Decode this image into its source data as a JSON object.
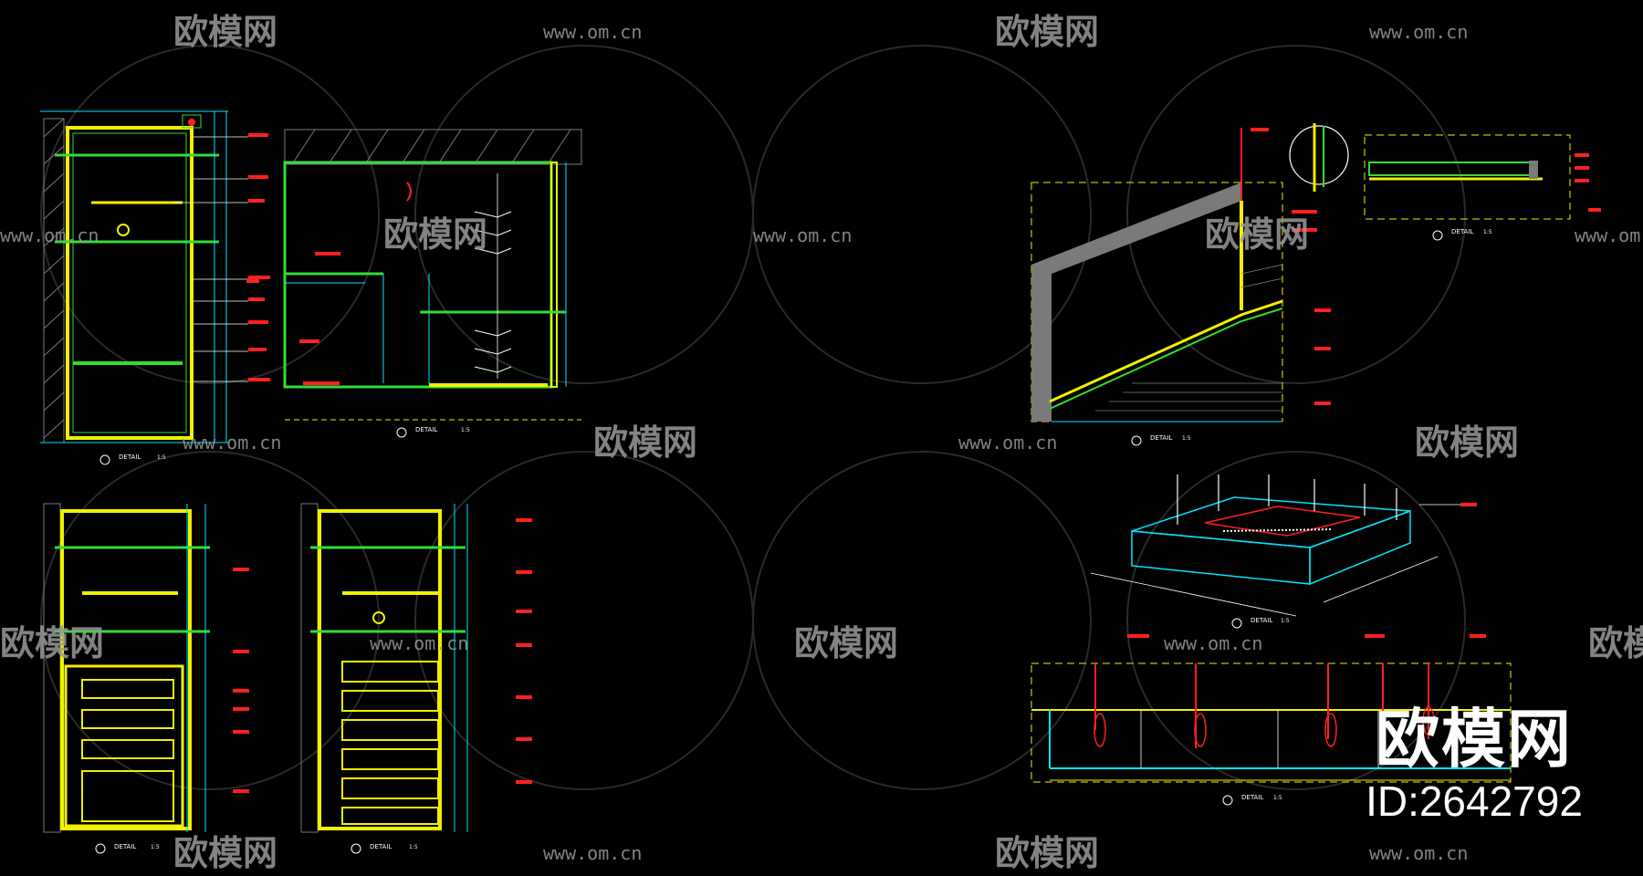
{
  "watermark": {
    "brand_text": "欧模网",
    "url_text": "www.om.cn"
  },
  "brand_corner": {
    "logo_text": "欧模网",
    "id_text": "ID:2642792"
  },
  "drawing": {
    "detail_label": "DETAIL",
    "scale_labels": [
      "1:5",
      "1:5",
      "1:5",
      "1:5",
      "1:5",
      "1:5",
      "1:5",
      "1:5"
    ]
  },
  "colors": {
    "background": "#000000",
    "cyan": "#00e5ff",
    "yellow": "#f0f000",
    "green": "#33dd33",
    "red": "#ff2020",
    "white": "#ffffff",
    "grey": "#7a7a7a",
    "watermark": "#9a9a9a"
  }
}
